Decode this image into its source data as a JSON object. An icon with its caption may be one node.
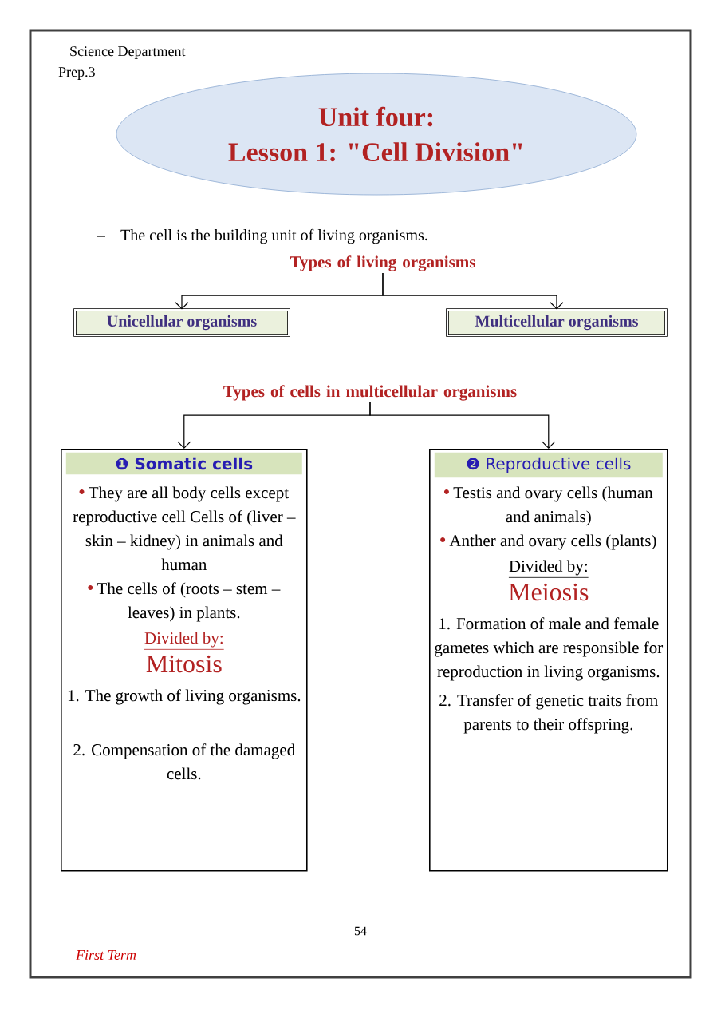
{
  "diagram": {
    "nodes": [
      {
        "text": [
          "Unit four:",
          "Lesson 1: \"Cell Division\""
        ]
      },
      {
        "text": [
          "Types of living organisms"
        ]
      },
      {
        "text": [
          "Unicellular organisms"
        ]
      },
      {
        "text": [
          "Multicellular organisms"
        ]
      },
      {
        "text": [
          "Types of cells in multicellular organisms"
        ]
      },
      {
        "text": [
          "❶ Somatic cells",
          "They are all body cells except reproductive cell Cells of (liver – skin – kidney) in animals and human",
          "The cells of (roots – stem – leaves) in plants.",
          "Divided by:",
          "Mitosis",
          "1. The growth of living organisms.",
          "2. Compensation of the damaged cells."
        ]
      },
      {
        "text": [
          "❷ Reproductive cells",
          "Testis and ovary cells (human and animals)",
          "Anther and ovary cells (plants)",
          "Divided by:",
          "Meiosis",
          "1. Formation of male and female gametes which are responsible for reproduction in living organisms.",
          "2. Transfer of genetic traits from parents to their offspring."
        ]
      }
    ],
    "edges": [
      {
        "from": 1,
        "to": 2,
        "arrow": "to"
      },
      {
        "from": 1,
        "to": 3,
        "arrow": "to"
      },
      {
        "from": 4,
        "to": 5,
        "arrow": "to"
      },
      {
        "from": 4,
        "to": 6,
        "arrow": "to"
      }
    ],
    "labels": [
      "Science Department",
      "Prep.3",
      "The cell is the building unit of living organisms.",
      "54",
      "First Term"
    ]
  }
}
